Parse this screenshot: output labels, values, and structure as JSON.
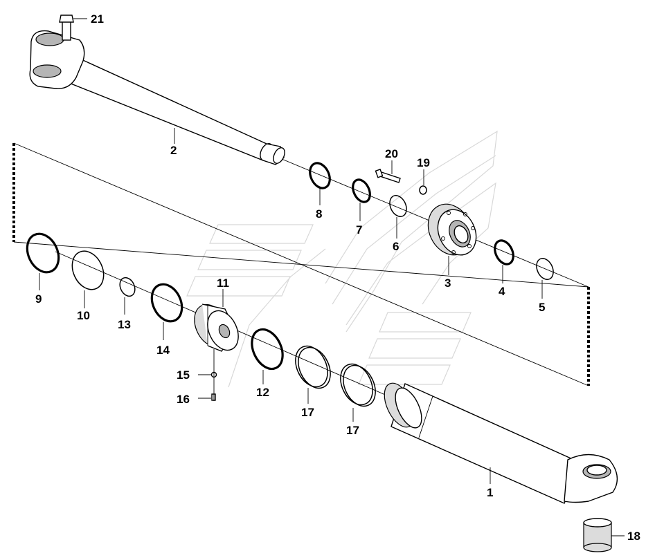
{
  "diagram": {
    "type": "exploded parts diagram",
    "labels": {
      "p1": "1",
      "p2": "2",
      "p3": "3",
      "p4": "4",
      "p5": "5",
      "p6": "6",
      "p7": "7",
      "p8": "8",
      "p9": "9",
      "p10": "10",
      "p11": "11",
      "p12": "12",
      "p13": "13",
      "p14": "14",
      "p15": "15",
      "p16": "16",
      "p17a": "17",
      "p17b": "17",
      "p18": "18",
      "p19": "19",
      "p20": "20",
      "p21": "21"
    }
  }
}
